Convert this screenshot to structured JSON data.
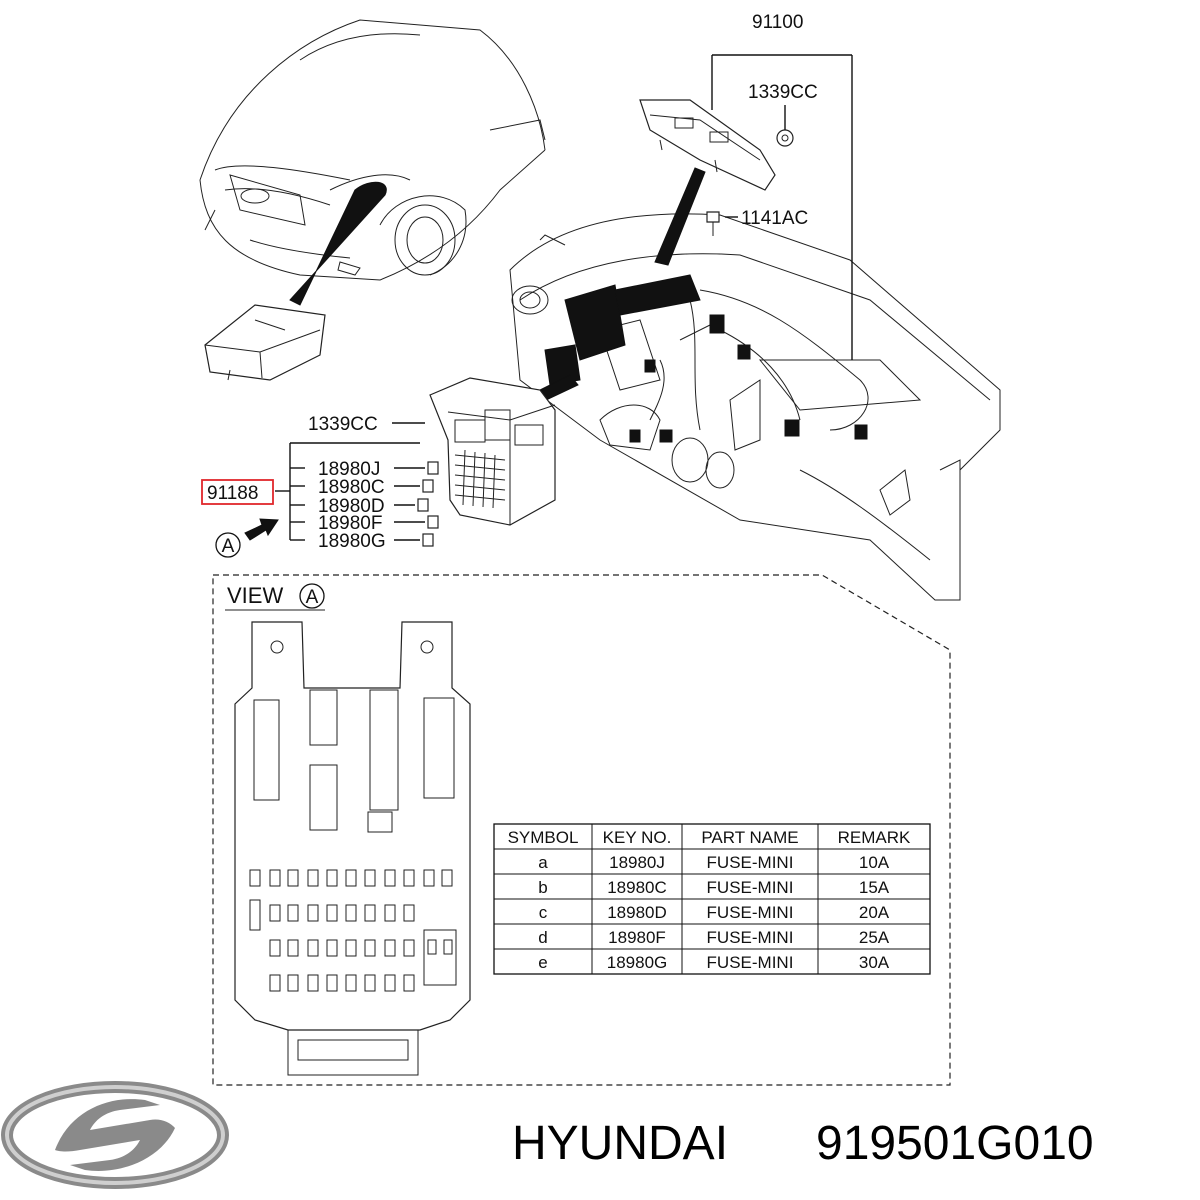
{
  "brand": {
    "name": "HYUNDAI",
    "part_number": "919501G010",
    "logo_icon": "hyundai-logo-icon"
  },
  "callouts": {
    "c91100": "91100",
    "c1339cc_top": "1339CC",
    "c1141ac": "1141AC",
    "c1339cc_left": "1339CC",
    "c91188": "91188",
    "c18980j": "18980J",
    "c18980c": "18980C",
    "c18980d": "18980D",
    "c18980f": "18980F",
    "c18980g": "18980G",
    "view_marker": "A"
  },
  "view": {
    "label": "VIEW",
    "marker": "A"
  },
  "table": {
    "headers": [
      "SYMBOL",
      "KEY NO.",
      "PART NAME",
      "REMARK"
    ],
    "rows": [
      [
        "a",
        "18980J",
        "FUSE-MINI",
        "10A"
      ],
      [
        "b",
        "18980C",
        "FUSE-MINI",
        "15A"
      ],
      [
        "c",
        "18980D",
        "FUSE-MINI",
        "20A"
      ],
      [
        "d",
        "18980F",
        "FUSE-MINI",
        "25A"
      ],
      [
        "e",
        "18980G",
        "FUSE-MINI",
        "30A"
      ]
    ]
  },
  "colors": {
    "highlight": "#e0262b",
    "line": "#111111",
    "logo": "#8a8a8a"
  }
}
